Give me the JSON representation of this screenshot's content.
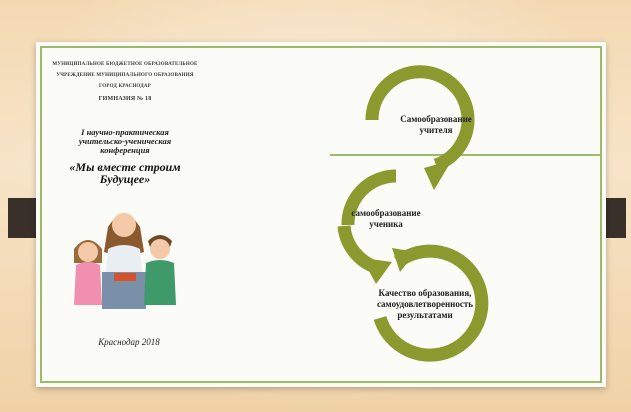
{
  "header": {
    "line1": "МУНИЦИПАЛЬНОЕ БЮДЖЕТНОЕ ОБРАЗОВАТЕЛЬНОЕ",
    "line2": "УЧРЕЖДЕНИЕ МУНИЦИПАЛЬНОГО ОБРАЗОВАНИЯ",
    "line3": "ГОРОД КРАСНОДАР",
    "line4": "ГИМНАЗИЯ № 18"
  },
  "conference": "I научно-практическая учительско-ученическая конференция",
  "motto": "«Мы вместе строим Будущее»",
  "city": "Краснодар 2018",
  "cycle": {
    "step1": "Самообразование учителя",
    "step2": "самообразование ученика",
    "step3": "Качество образования, самоудовлетворенность результатами"
  },
  "colors": {
    "accent": "#8a9a2e",
    "frame": "#9dbb67",
    "tab": "#3a302a"
  }
}
